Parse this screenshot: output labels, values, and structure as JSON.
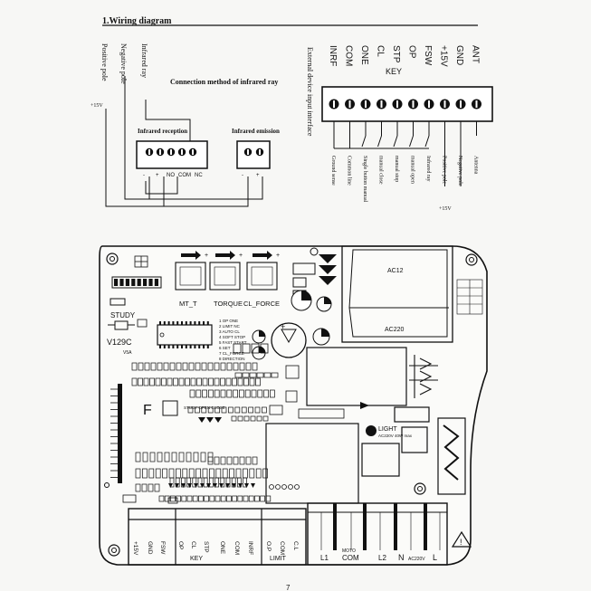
{
  "section_title": "1.Wiring diagram",
  "infrared": {
    "method_title": "Connection method of infrared ray",
    "reception_title": "Infrared reception",
    "emission_title": "Infrared emission",
    "wire_labels": [
      "Positive pole",
      "Negative pole",
      "Infrared ray"
    ],
    "voltage": "+15V",
    "reception_pins": [
      "-",
      "+",
      "NO",
      "COM",
      "NC"
    ],
    "emission_pins": [
      "-",
      "+"
    ]
  },
  "terminal": {
    "side_label": "External device input interface",
    "pin_labels": [
      "INRF",
      "COM",
      "ONE",
      "CL",
      "STP",
      "OP",
      "FSW",
      "+15V",
      "GND",
      "ANT"
    ],
    "key_group": "KEY",
    "descriptions": [
      "Ground sense",
      "Common line",
      "Single button manual",
      "manual close",
      "manual stop",
      "manual open",
      "Infrared ray",
      "Positive pole",
      "Negative pole",
      "Antenna"
    ],
    "voltage": "+15V"
  },
  "board": {
    "trimmers": [
      "MT_T",
      "TORQUE",
      "CL_FORCE"
    ],
    "study_label": "STUDY",
    "model": "V129C",
    "model_sub": "V5A",
    "dip_functions": [
      "1 OP ONE",
      "2 LIMIT NC",
      "3 AUTO CL",
      "4 SOFT STOP",
      "5 FAST START",
      "6 SET",
      "7 CL_FORCE",
      "8 DIRECTION"
    ],
    "ac12": "AC12",
    "ac220": "AC220",
    "f_label": "F",
    "study_open_close": "STUDY OPEN CLOSE",
    "light_label": "LIGHT",
    "light_sub": "AC220V 40W max",
    "bottom_left_labels": [
      "+15V",
      "GND",
      "FSW",
      "OP",
      "CL",
      "STP",
      "ONE",
      "COM",
      "INRF",
      "O.P",
      "COM",
      "C.L"
    ],
    "key_group": "KEY",
    "limit_group": "LIMIT",
    "motor_labels": [
      "L1",
      "COM",
      "L2"
    ],
    "motor_group": "MOTO",
    "power_labels": [
      "N",
      "L"
    ],
    "power_group": "AC220V"
  },
  "page_number": "7"
}
